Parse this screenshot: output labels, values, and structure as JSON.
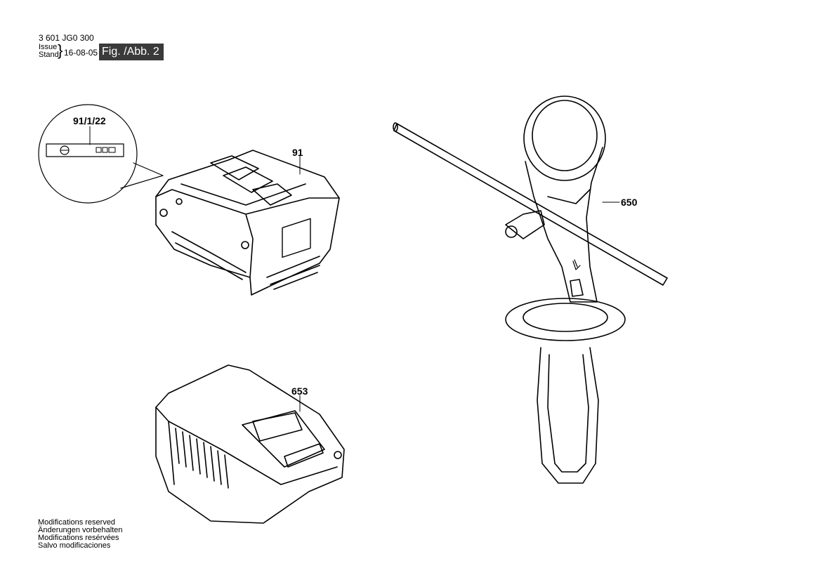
{
  "header": {
    "doc_number": "3 601 JG0 300",
    "issue_label": "Issue",
    "stand_label": "Stand",
    "date": "16-08-05",
    "fig_label": "Fig. /Abb. 2"
  },
  "parts": {
    "detail_callout": "91/1/22",
    "battery": "91",
    "handle": "650",
    "charger": "653"
  },
  "footer": {
    "notes": [
      "Modifications reserved",
      "Änderungen vorbehalten",
      "Modifications resérvées",
      "Salvo modificaciones"
    ]
  }
}
